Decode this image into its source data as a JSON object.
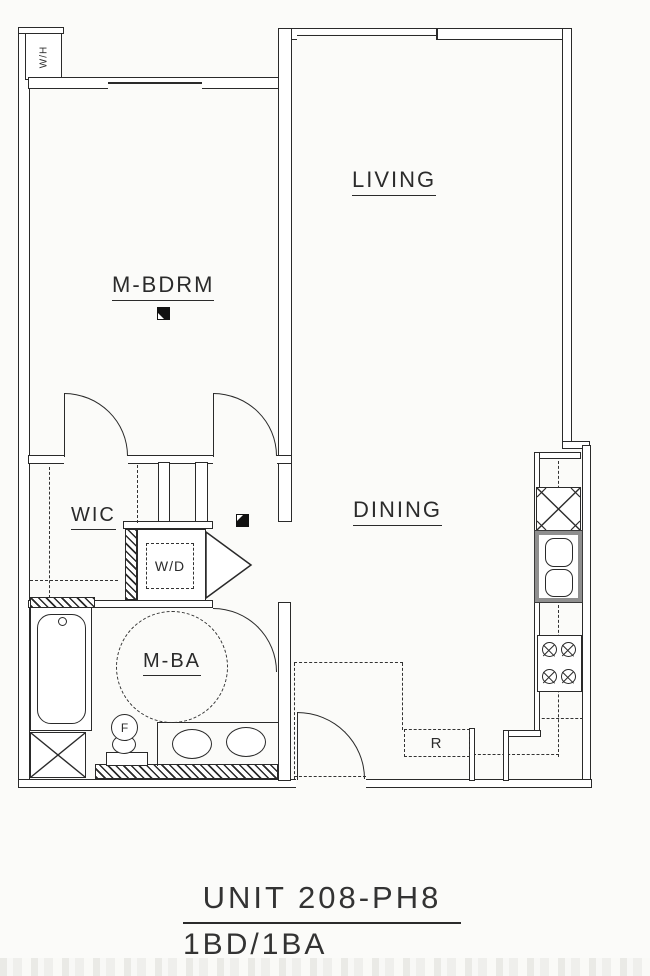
{
  "drawing_type": "apartment floor plan",
  "rooms": {
    "living": {
      "label": "LIVING"
    },
    "dining": {
      "label": "DINING"
    },
    "bedroom": {
      "label": "M-BDRM"
    },
    "wic": {
      "label": "WIC"
    },
    "bath": {
      "label": "M-BA"
    }
  },
  "fixtures": {
    "water_heater": {
      "label": "W/H"
    },
    "washer_dryer": {
      "label": "W/D"
    },
    "refrigerator": {
      "label": "R"
    },
    "toilet_flush": {
      "label": "F"
    }
  },
  "title": {
    "unit": "UNIT 208-PH8",
    "config": "1BD/1BA"
  },
  "colors": {
    "line": "#2a2a2a",
    "paper": "#fbfbf9",
    "sink_surround": "#8f8f8f"
  }
}
